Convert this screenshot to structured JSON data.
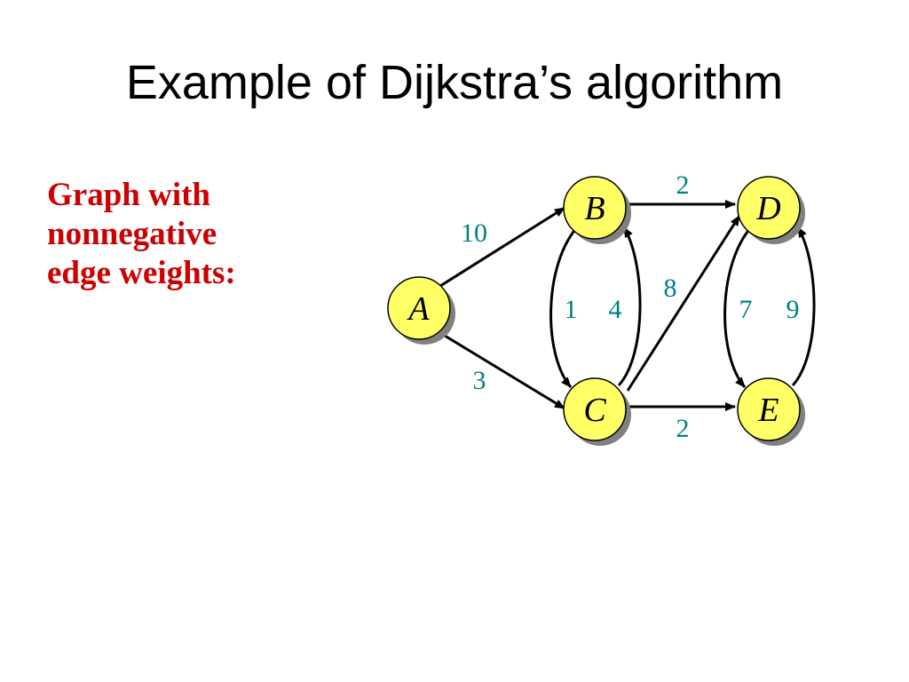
{
  "title": "Example of Dijkstra’s algorithm",
  "caption": [
    "Graph with",
    "nonnegative",
    "edge weights:"
  ],
  "colors": {
    "node_fill": "#ffff66",
    "node_shadow": "#808080",
    "caption": "#cc0000",
    "weight": "#008080",
    "edge": "#000000"
  },
  "graph": {
    "nodes": [
      "A",
      "B",
      "C",
      "D",
      "E"
    ],
    "edges": [
      {
        "from": "A",
        "to": "B",
        "weight": "10"
      },
      {
        "from": "A",
        "to": "C",
        "weight": "3"
      },
      {
        "from": "B",
        "to": "C",
        "weight": "1"
      },
      {
        "from": "C",
        "to": "B",
        "weight": "4"
      },
      {
        "from": "C",
        "to": "D",
        "weight": "8"
      },
      {
        "from": "B",
        "to": "D",
        "weight": "2"
      },
      {
        "from": "C",
        "to": "E",
        "weight": "2"
      },
      {
        "from": "D",
        "to": "E",
        "weight": "7"
      },
      {
        "from": "E",
        "to": "D",
        "weight": "9"
      }
    ]
  }
}
